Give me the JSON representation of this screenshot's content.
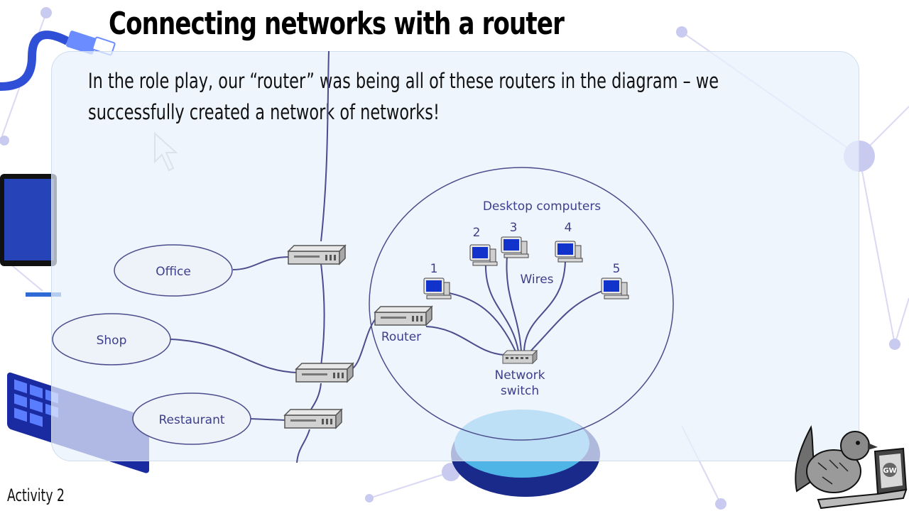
{
  "slide": {
    "title": "Connecting networks with a router",
    "intro_line1": "In the role play, our “router” was being all of these routers in the diagram – we",
    "intro_line2": "successfully created a network of networks!",
    "footer": "Activity 2"
  },
  "diagram": {
    "networks": [
      "Office",
      "Shop",
      "Restaurant"
    ],
    "router_label": "Router",
    "group_label": "Desktop computers",
    "computers": [
      "1",
      "2",
      "3",
      "4",
      "5"
    ],
    "wires_label": "Wires",
    "switch_label_1": "Network",
    "switch_label_2": "switch"
  },
  "logo": {
    "badge": "GW"
  },
  "colors": {
    "line": "#4b4d8c",
    "accent": "#3d3f8a",
    "monitor": "#1133cc"
  }
}
